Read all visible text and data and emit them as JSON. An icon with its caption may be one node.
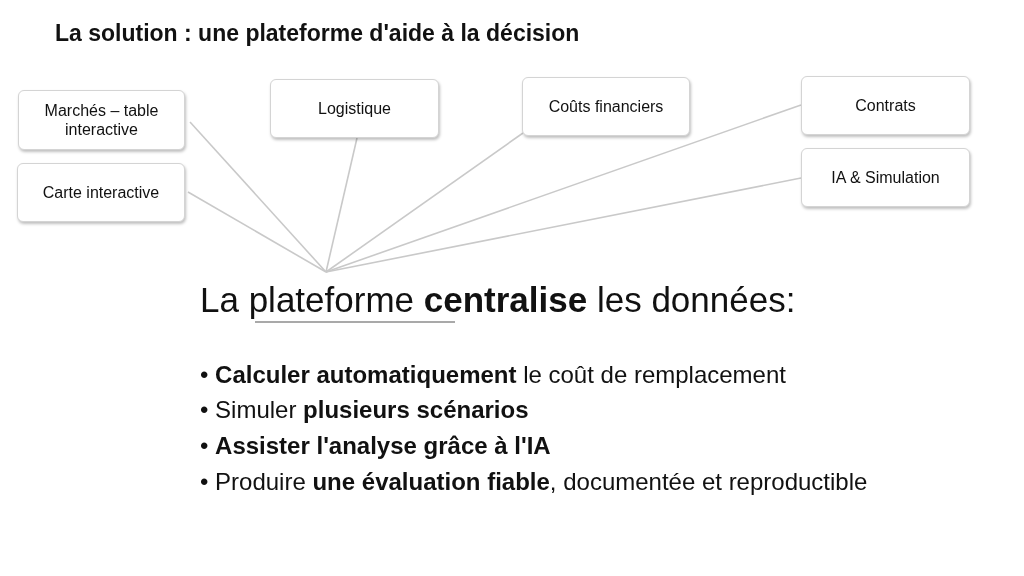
{
  "diagram": {
    "title": "La solution : une plateforme d'aide à la décision",
    "nodes": [
      {
        "text": [
          "Marchés – table interactive"
        ]
      },
      {
        "text": [
          "Carte interactive"
        ]
      },
      {
        "text": [
          "Logistique"
        ]
      },
      {
        "text": [
          "Coûts financiers"
        ]
      },
      {
        "text": [
          "Contrats"
        ]
      },
      {
        "text": [
          "IA & Simulation"
        ]
      },
      {
        "text": [
          "La plateforme **centralise** les données:"
        ]
      }
    ],
    "edges": [
      {
        "from": 0,
        "to": 6,
        "arrow": "none"
      },
      {
        "from": 1,
        "to": 6,
        "arrow": "none"
      },
      {
        "from": 2,
        "to": 6,
        "arrow": "none"
      },
      {
        "from": 3,
        "to": 6,
        "arrow": "none"
      },
      {
        "from": 4,
        "to": 6,
        "arrow": "none"
      },
      {
        "from": 5,
        "to": 6,
        "arrow": "none"
      }
    ],
    "labels": [
      "• **Calculer automatiquement** le coût de remplacement",
      "• Simuler **plusieurs scénarios**",
      "• **Assister l'analyse grâce à l'IA**",
      "• Produire **une évaluation fiable**, documentée et reproductible"
    ]
  }
}
